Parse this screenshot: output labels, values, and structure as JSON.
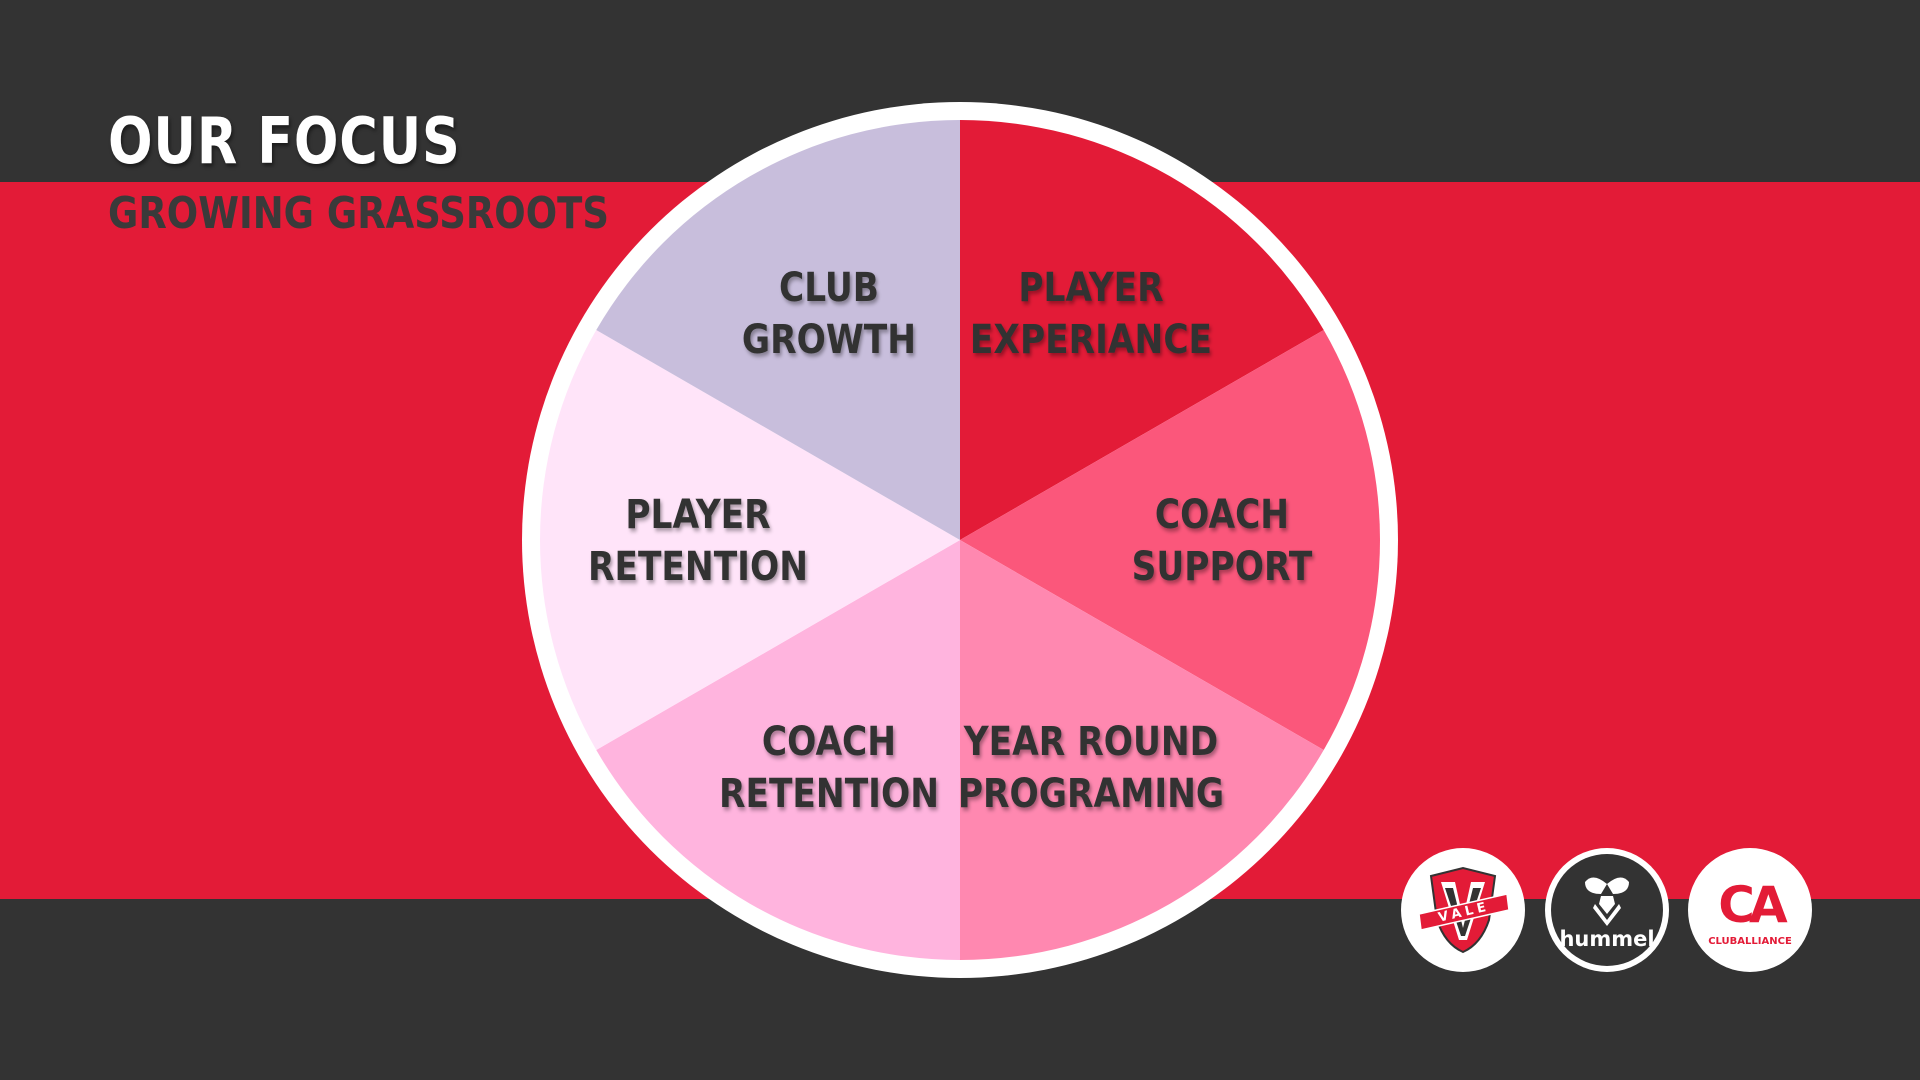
{
  "header": {
    "title": "OUR FOCUS",
    "subtitle": "GROWING GRASSROOTS"
  },
  "colors": {
    "background_dark": "#333333",
    "band_red": "#e31b37",
    "ring": "#ffffff",
    "label_text": "#333333"
  },
  "wheel": {
    "segments": [
      {
        "id": "player-experience",
        "lines": [
          "PLAYER",
          "EXPERIANCE"
        ],
        "color": "#e31b37"
      },
      {
        "id": "coach-support",
        "lines": [
          "COACH",
          "SUPPORT"
        ],
        "color": "#fb577b"
      },
      {
        "id": "year-round-programing",
        "lines": [
          "YEAR ROUND",
          "PROGRAMING"
        ],
        "color": "#ff88b0"
      },
      {
        "id": "coach-retention",
        "lines": [
          "COACH",
          "RETENTION"
        ],
        "color": "#ffb4de"
      },
      {
        "id": "player-retention",
        "lines": [
          "PLAYER",
          "RETENTION"
        ],
        "color": "#ffe4f9"
      },
      {
        "id": "club-growth",
        "lines": [
          "CLUB",
          "GROWTH"
        ],
        "color": "#c8bedc"
      }
    ]
  },
  "logos": {
    "vale": {
      "text": "VALE",
      "icon": "vale-shield-icon"
    },
    "hummel": {
      "text": "hummel",
      "icon": "hummel-bee-icon"
    },
    "club_alliance": {
      "mark": "CA",
      "text": "CLUBALLIANCE",
      "icon": "club-alliance-icon"
    }
  }
}
